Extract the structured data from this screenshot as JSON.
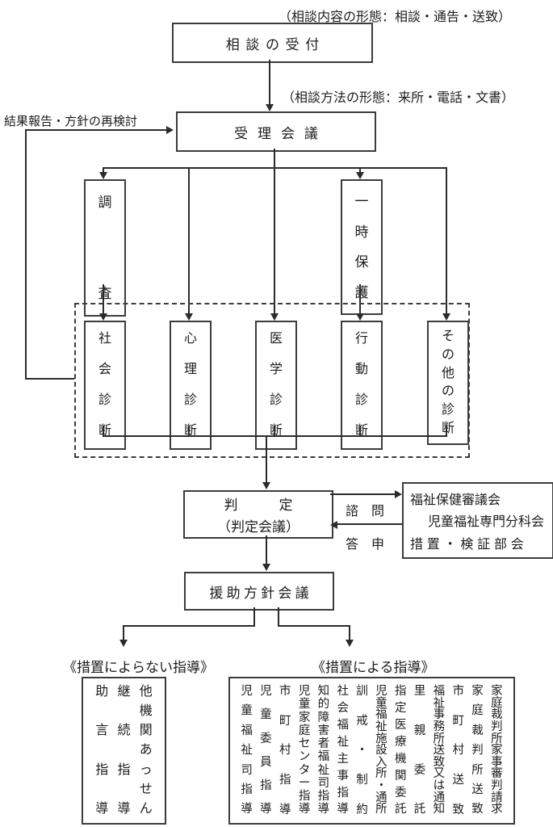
{
  "annotations": {
    "content_form": "（相談内容の形態：相談・通告・送致）",
    "method_form": "（相談方法の形態：来所・電話・文書）",
    "feedback": "結果報告・方針の再検討",
    "consult": "諮　問",
    "reply": "答　申"
  },
  "boxes": {
    "reception": "相談の受付",
    "intake_meeting": "受理会議",
    "investigation": "調査",
    "temporary_protection": "一時保護",
    "diagnoses": [
      "社会診断",
      "心理診断",
      "医学診断",
      "行動診断",
      "その他の診断"
    ],
    "judgement": {
      "line1": "判　　　定",
      "line2": "（判定会議）"
    },
    "council_lines": [
      "福祉保健審議会",
      "児童福祉専門分科会",
      "措置・検証部会"
    ],
    "support_policy_meeting": "援助方針会議"
  },
  "outcomes": {
    "without_measures": {
      "heading": "《措置によらない指導》",
      "columns": [
        "助言指導",
        "継続指導",
        "他機関あっせん"
      ]
    },
    "with_measures": {
      "heading": "《措置による指導》",
      "columns": [
        "児童福祉司指導",
        "児童委員指導",
        "市町村指導",
        "児童家庭センター指導",
        "知的障害者福祉司指導",
        "社会福祉主事指導",
        "訓戒・制約",
        "児童福祉施設入所・通所",
        "指定医療機関委託",
        "里親委託",
        "福祉事務所送致又は通知",
        "市町村送致",
        "家庭裁判所送致",
        "家庭裁判所家事審判請求"
      ]
    }
  },
  "colors": {
    "ink": "#1c1c1c",
    "line": "#2b2b2b",
    "background": "#ffffff"
  }
}
